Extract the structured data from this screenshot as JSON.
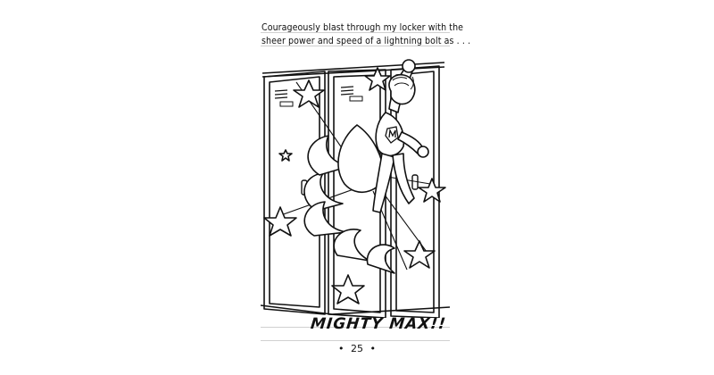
{
  "caption": {
    "line1": "Courageously blast through my locker with the",
    "line2": "sheer power and speed of a lightning bolt as . . ."
  },
  "title": "MIGHTY MAX!!",
  "page_number": {
    "prefix": "•",
    "number": "25",
    "suffix": "•"
  },
  "illustration": {
    "description_icon": "superhero-bursting-from-locker-icon"
  }
}
